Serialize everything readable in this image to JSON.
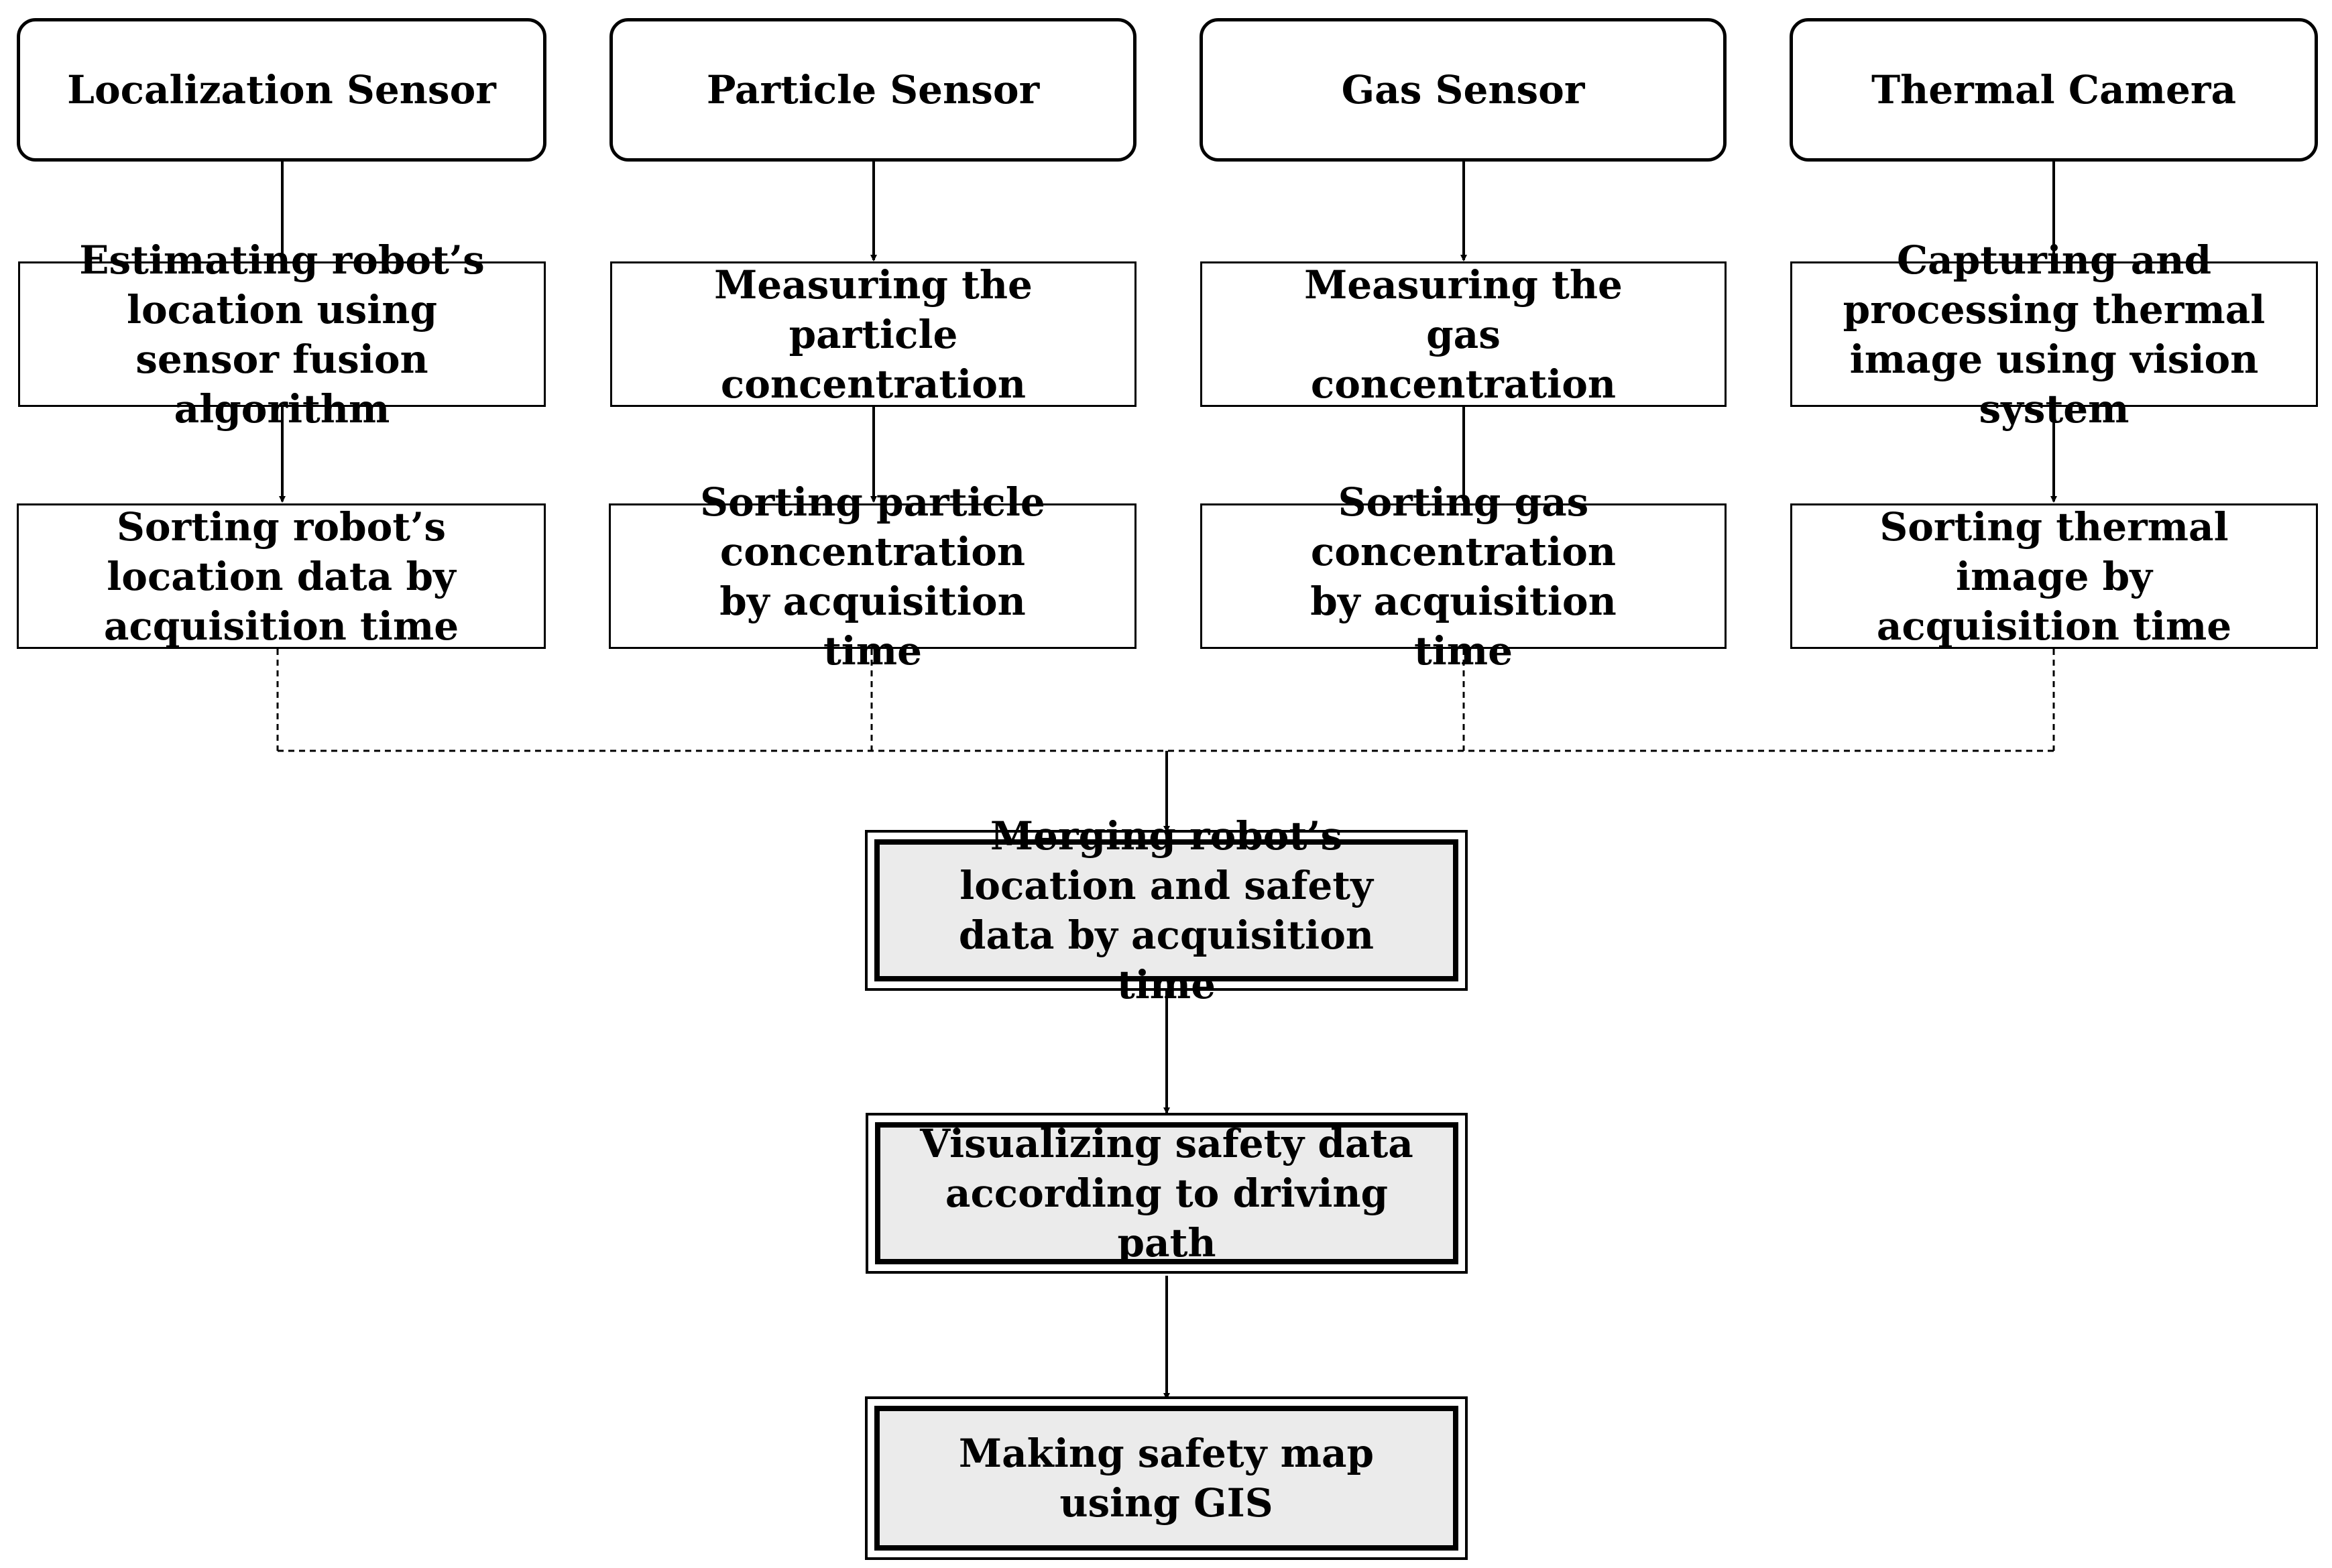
{
  "sensors": [
    {
      "label": "Localization Sensor"
    },
    {
      "label": "Particle Sensor"
    },
    {
      "label": "Gas Sensor"
    },
    {
      "label": "Thermal Camera"
    }
  ],
  "processing": [
    {
      "label": "Estimating robot’s location using sensor fusion algorithm"
    },
    {
      "label": "Measuring the particle concentration"
    },
    {
      "label": "Measuring the gas concentration"
    },
    {
      "label": "Capturing and processing thermal image using vision system"
    }
  ],
  "sorting": [
    {
      "label": "Sorting robot’s location data by  acquisition time"
    },
    {
      "label": "Sorting particle concentration by acquisition time"
    },
    {
      "label": "Sorting gas concentration by acquisition time"
    },
    {
      "label": "Sorting thermal image by  acquisition time"
    }
  ],
  "pipeline": {
    "merge": "Merging robot’s location and safety data by acquisition time",
    "visualize": "Visualizing safety data according to driving path",
    "map": "Making safety map using GIS"
  }
}
